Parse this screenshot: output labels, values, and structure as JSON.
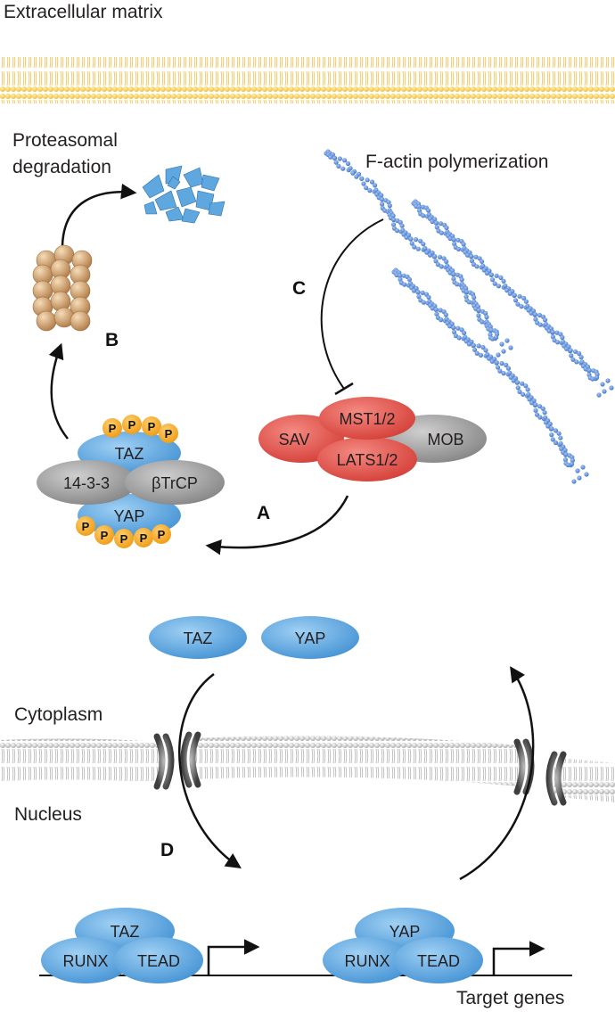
{
  "labels": {
    "extracellular_matrix": "Extracellular matrix",
    "proteasomal_line1": "Proteasomal",
    "proteasomal_line2": "degradation",
    "factin": "F-actin polymerization",
    "cytoplasm": "Cytoplasm",
    "nucleus": "Nucleus",
    "target_genes": "Target genes"
  },
  "panels": {
    "a": "A",
    "b": "B",
    "c": "C",
    "d": "D"
  },
  "proteins": {
    "taz": "TAZ",
    "yap": "YAP",
    "p14_3_3": "14-3-3",
    "btrcp": "βTrCP",
    "sav": "SAV",
    "mst": "MST1/2",
    "lats": "LATS1/2",
    "mob": "MOB",
    "runx": "RUNX",
    "tead": "TEAD",
    "phospho": "P"
  },
  "colors": {
    "protein_blue": "#5aa3dc",
    "hippo_red": "#e0453e",
    "scaffold_gray": "#8a8a8a",
    "phospho_orange": "#f4a825",
    "membrane_yellow": "#f5c542",
    "actin_blue": "#4a7fcf",
    "proteasome_tan": "#c99a68"
  }
}
